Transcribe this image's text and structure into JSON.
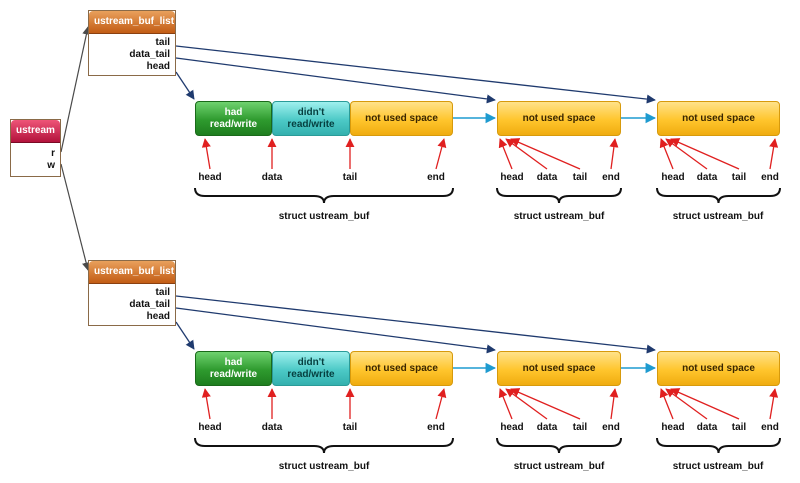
{
  "ustream": {
    "title": "ustream",
    "fields": [
      "r",
      "w"
    ]
  },
  "buf_list": {
    "title": "ustream_buf_list",
    "fields": [
      "tail",
      "data_tail",
      "head"
    ]
  },
  "segments": {
    "had": [
      "had",
      "read/write"
    ],
    "didnt": [
      "didn't",
      "read/write"
    ],
    "not_used": "not used space"
  },
  "pointers": {
    "head": "head",
    "data": "data",
    "tail": "tail",
    "end": "end"
  },
  "struct_label": "struct ustream_buf",
  "colors": {
    "pointer_arrow": "#e02020",
    "link_arrow": "#1f9bd0",
    "ref_arrow": "#1f3a6e",
    "segment_had": "#2e9a2e",
    "segment_didnt": "#4cc9c6",
    "segment_unused": "#ffc52c",
    "list_header": "#c25c14",
    "stream_header": "#b3123c"
  }
}
